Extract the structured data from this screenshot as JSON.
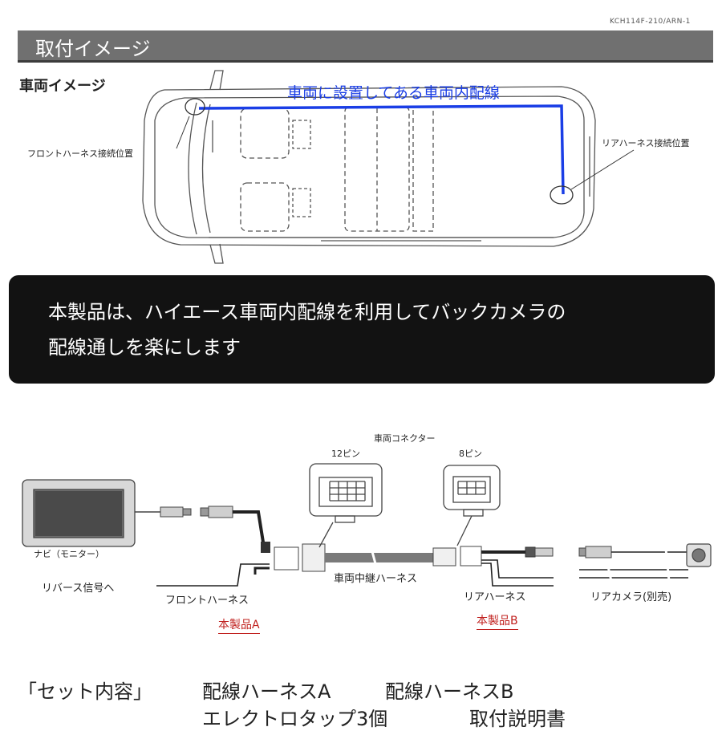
{
  "header": {
    "model_code": "KCH114F-210/ARN-1",
    "title": "取付イメージ"
  },
  "vehicle_section": {
    "label": "車両イメージ",
    "wire_label": "車両に設置してある車両内配線",
    "front_position_label": "フロントハーネス接続位置",
    "rear_position_label": "リアハーネス接続位置",
    "wire_color": "#1a3ee6"
  },
  "notice": {
    "line1": "本製品は、ハイエース車両内配線を利用してバックカメラの",
    "line2": "配線通しを楽にします"
  },
  "wiring": {
    "vehicle_connector_label": "車両コネクター",
    "pin12_label": "12ピン",
    "pin8_label": "8ピン",
    "navi_label": "ナビ（モニター）",
    "reverse_label": "リバース信号へ",
    "front_harness_label": "フロントハーネス",
    "relay_harness_label": "車両中継ハーネス",
    "rear_harness_label": "リアハーネス",
    "rear_camera_label": "リアカメラ(別売)",
    "product_a_label": "本製品A",
    "product_b_label": "本製品B",
    "accent_color": "#c0201e"
  },
  "set_contents": {
    "heading": "「セット内容」",
    "item1": "配線ハーネスA",
    "item2": "配線ハーネスB",
    "item3": "エレクトロタップ3個",
    "item4": "取付説明書"
  }
}
